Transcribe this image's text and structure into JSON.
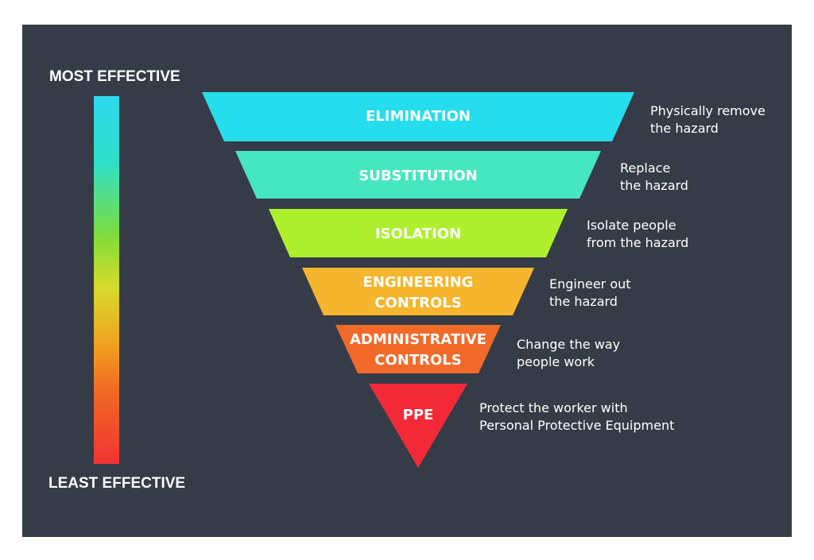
{
  "scale": {
    "top_label": "MOST EFFECTIVE",
    "bottom_label": "LEAST EFFECTIVE"
  },
  "levels": [
    {
      "name": "ELIMINATION",
      "description": "Physically remove\nthe hazard",
      "color": "#26ddee"
    },
    {
      "name": "SUBSTITUTION",
      "description": "Replace\nthe hazard",
      "color": "#46e6c1"
    },
    {
      "name": "ISOLATION",
      "description": "Isolate people\nfrom the hazard",
      "color": "#aef02e"
    },
    {
      "name": "ENGINEERING\nCONTROLS",
      "description": "Engineer out\nthe hazard",
      "color": "#f5b52c"
    },
    {
      "name": "ADMINISTRATIVE\nCONTROLS",
      "description": "Change the way\npeople work",
      "color": "#f26a2a"
    },
    {
      "name": "PPE",
      "description": "Protect the worker with\nPersonal Protective Equipment",
      "color": "#f22a37"
    }
  ],
  "colors": {
    "panel_background": "#363c47",
    "page_background": "#ffffff",
    "text": "#ffffff"
  }
}
